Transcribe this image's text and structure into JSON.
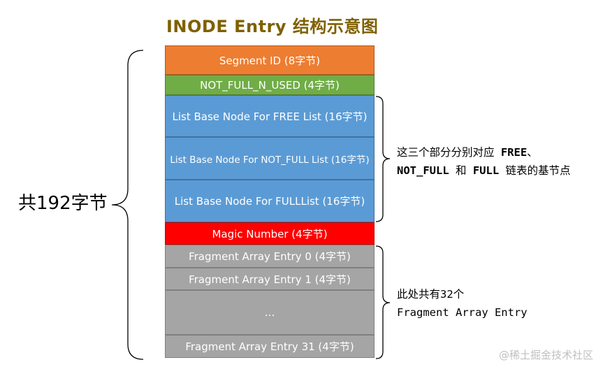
{
  "title": "INODE Entry 结构示意图",
  "total_label": "共192字节",
  "blocks": [
    {
      "label": "Segment ID (8字节)"
    },
    {
      "label": "NOT_FULL_N_USED (4字节)"
    },
    {
      "label": "List Base Node For FREE List (16字节)"
    },
    {
      "label": "List Base Node For NOT_FULL List (16字节)"
    },
    {
      "label": "List Base Node For FULLList (16字节)"
    },
    {
      "label": "Magic Number (4字节)"
    },
    {
      "label": "Fragment Array Entry 0 (4字节)"
    },
    {
      "label": "Fragment Array Entry 1 (4字节)"
    },
    {
      "label": "…"
    },
    {
      "label": "Fragment Array Entry 31 (4字节)"
    }
  ],
  "notes": {
    "list_nodes": {
      "line1_prefix": "这三个部分分别对应 ",
      "line1_free": "FREE",
      "line1_suffix": "、",
      "line2_notfull": "NOT_FULL",
      "line2_and": " 和 ",
      "line2_full": "FULL",
      "line2_suffix": " 链表的基节点"
    },
    "fragments": {
      "line1": "此处共有32个",
      "line2": "Fragment Array Entry"
    }
  },
  "watermark": "@稀土掘金技术社区",
  "colors": {
    "title": "#7f6000",
    "segment_id": "#ed7d31",
    "not_full_n_used": "#70ad47",
    "list_base_node": "#5b9bd5",
    "magic_number": "#ff0000",
    "fragment": "#a5a5a5"
  }
}
